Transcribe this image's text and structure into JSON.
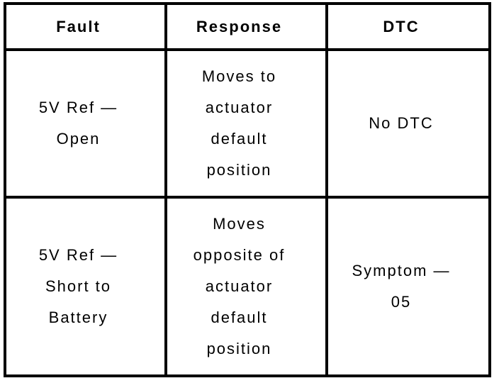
{
  "table": {
    "headers": [
      "Fault",
      "Response",
      "DTC"
    ],
    "rows": [
      {
        "fault": [
          "5V Ref —",
          "Open"
        ],
        "response": [
          "Moves to",
          "actuator",
          "default",
          "position"
        ],
        "dtc": [
          "No DTC"
        ]
      },
      {
        "fault": [
          "5V Ref —",
          "Short to",
          "Battery"
        ],
        "response": [
          "Moves",
          "opposite of",
          "actuator",
          "default",
          "position"
        ],
        "dtc": [
          "Symptom —",
          "05"
        ]
      }
    ]
  },
  "colors": {
    "border": "#000000",
    "text": "#000000",
    "background": "#ffffff"
  }
}
